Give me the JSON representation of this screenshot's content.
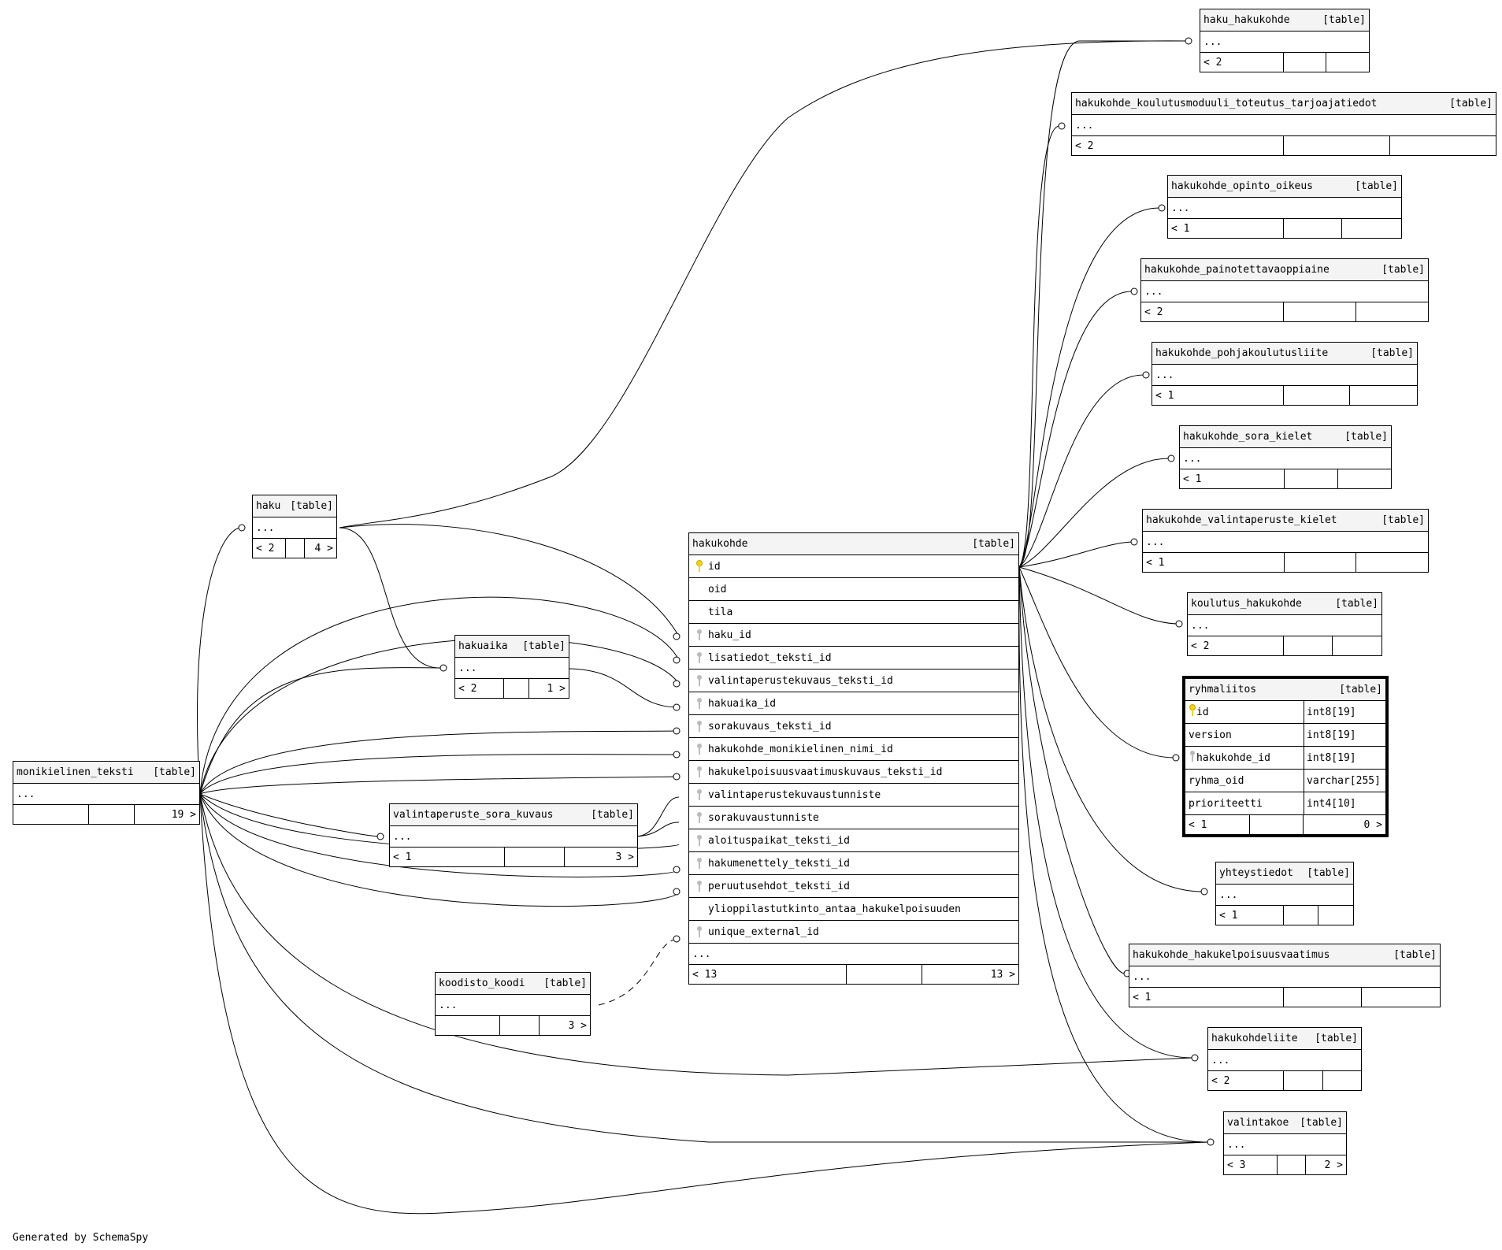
{
  "generated_by": "Generated by SchemaSpy",
  "tag": "[table]",
  "tables": {
    "haku_hakukohde": {
      "name": "haku_hakukohde",
      "ellipsis": "...",
      "parents": "< 2",
      "children": ""
    },
    "koulutusmoduuli": {
      "name": "hakukohde_koulutusmoduuli_toteutus_tarjoajatiedot",
      "ellipsis": "...",
      "parents": "< 2",
      "children": ""
    },
    "opinto_oikeus": {
      "name": "hakukohde_opinto_oikeus",
      "ellipsis": "...",
      "parents": "< 1",
      "children": ""
    },
    "painotettava": {
      "name": "hakukohde_painotettavaoppiaine",
      "ellipsis": "...",
      "parents": "< 2",
      "children": ""
    },
    "pohjakoulutus": {
      "name": "hakukohde_pohjakoulutusliite",
      "ellipsis": "...",
      "parents": "< 1",
      "children": ""
    },
    "sora_kielet": {
      "name": "hakukohde_sora_kielet",
      "ellipsis": "...",
      "parents": "< 1",
      "children": ""
    },
    "valintaperuste_kielet": {
      "name": "hakukohde_valintaperuste_kielet",
      "ellipsis": "...",
      "parents": "< 1",
      "children": ""
    },
    "koulutus_hakukohde": {
      "name": "koulutus_hakukohde",
      "ellipsis": "...",
      "parents": "< 2",
      "children": ""
    },
    "ryhmaliitos": {
      "name": "ryhmaliitos",
      "columns": [
        {
          "name": "id",
          "type": "int8[19]",
          "key": "pk"
        },
        {
          "name": "version",
          "type": "int8[19]",
          "key": ""
        },
        {
          "name": "hakukohde_id",
          "type": "int8[19]",
          "key": "fk"
        },
        {
          "name": "ryhma_oid",
          "type": "varchar[255]",
          "key": ""
        },
        {
          "name": "prioriteetti",
          "type": "int4[10]",
          "key": ""
        }
      ],
      "parents": "< 1",
      "children": "0 >"
    },
    "yhteystiedot": {
      "name": "yhteystiedot",
      "ellipsis": "...",
      "parents": "< 1",
      "children": ""
    },
    "hakukelpoisuus": {
      "name": "hakukohde_hakukelpoisuusvaatimus",
      "ellipsis": "...",
      "parents": "< 1",
      "children": ""
    },
    "hakukohdeliite": {
      "name": "hakukohdeliite",
      "ellipsis": "...",
      "parents": "< 2",
      "children": ""
    },
    "valintakoe": {
      "name": "valintakoe",
      "ellipsis": "...",
      "parents": "< 3",
      "children": "2 >"
    },
    "haku": {
      "name": "haku",
      "ellipsis": "...",
      "parents": "< 2",
      "children": "4 >"
    },
    "hakuaika": {
      "name": "hakuaika",
      "ellipsis": "...",
      "parents": "< 2",
      "children": "1 >"
    },
    "monikielinen": {
      "name": "monikielinen_teksti",
      "ellipsis": "...",
      "parents": "",
      "children": "19 >"
    },
    "sora_kuvaus": {
      "name": "valintaperuste_sora_kuvaus",
      "ellipsis": "...",
      "parents": "< 1",
      "children": "3 >"
    },
    "koodisto": {
      "name": "koodisto_koodi",
      "ellipsis": "...",
      "parents": "",
      "children": "3 >"
    },
    "hakukohde": {
      "name": "hakukohde",
      "columns": [
        {
          "name": "id",
          "key": "pk"
        },
        {
          "name": "oid",
          "key": ""
        },
        {
          "name": "tila",
          "key": ""
        },
        {
          "name": "haku_id",
          "key": "fk"
        },
        {
          "name": "lisatiedot_teksti_id",
          "key": "fk"
        },
        {
          "name": "valintaperustekuvaus_teksti_id",
          "key": "fk"
        },
        {
          "name": "hakuaika_id",
          "key": "fk"
        },
        {
          "name": "sorakuvaus_teksti_id",
          "key": "fk"
        },
        {
          "name": "hakukohde_monikielinen_nimi_id",
          "key": "fk"
        },
        {
          "name": "hakukelpoisuusvaatimuskuvaus_teksti_id",
          "key": "fk"
        },
        {
          "name": "valintaperustekuvaustunniste",
          "key": "fk"
        },
        {
          "name": "sorakuvaustunniste",
          "key": "fk"
        },
        {
          "name": "aloituspaikat_teksti_id",
          "key": "fk"
        },
        {
          "name": "hakumenettely_teksti_id",
          "key": "fk"
        },
        {
          "name": "peruutusehdot_teksti_id",
          "key": "fk"
        },
        {
          "name": "ylioppilastutkinto_antaa_hakukelpoisuuden",
          "key": ""
        },
        {
          "name": "unique_external_id",
          "key": "fk"
        }
      ],
      "ellipsis": "...",
      "parents": "< 13",
      "children": "13 >"
    }
  }
}
